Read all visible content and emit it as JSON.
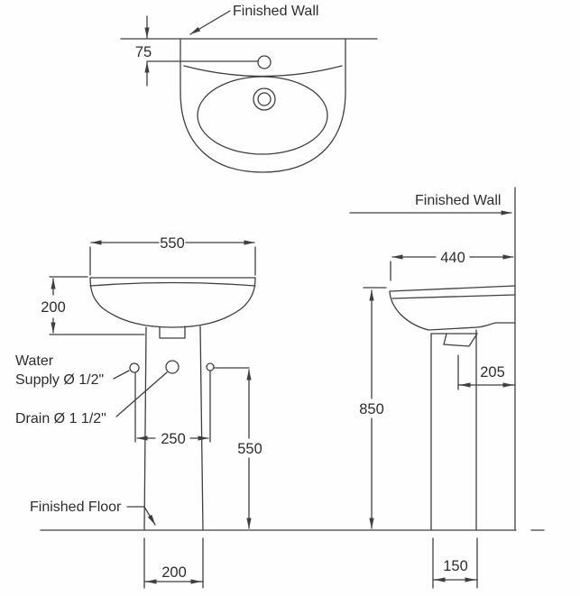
{
  "colors": {
    "line": "#3f3f3f",
    "text": "#2d2d2d",
    "background": "#fefefe"
  },
  "views": {
    "top": {
      "finished_wall_label": "Finished Wall",
      "faucet_hole_to_wall": "75"
    },
    "front": {
      "basin_width": "550",
      "basin_height": "200",
      "water_supply_label_line1": "Water",
      "water_supply_label_line2": "Supply Ø 1/2\"",
      "drain_label": "Drain Ø 1 1/2\"",
      "supply_spacing": "250",
      "supply_height_from_floor": "550",
      "finished_floor_label": "Finished Floor",
      "pedestal_base_width": "200"
    },
    "side": {
      "finished_wall_label": "Finished Wall",
      "overall_depth": "440",
      "drain_to_wall": "205",
      "rim_height": "850",
      "pedestal_base_depth": "150"
    }
  }
}
